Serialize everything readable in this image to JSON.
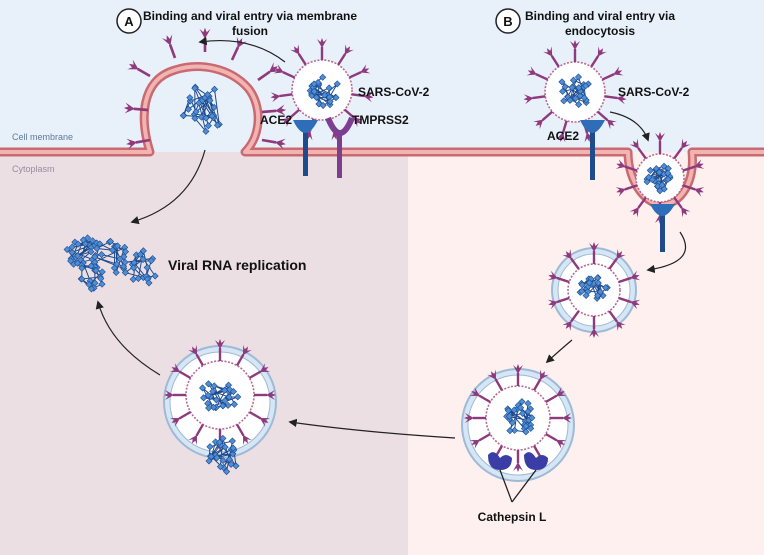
{
  "regions": {
    "membrane_label": "Cell membrane",
    "cytoplasm_label": "Cytoplasm"
  },
  "panel_a": {
    "badge": "A",
    "title_line1": "Binding and viral entry via membrane",
    "title_line2": "fusion",
    "virus_label": "SARS-CoV-2",
    "receptor_label": "ACE2",
    "protease_label": "TMPRSS2"
  },
  "panel_b": {
    "badge": "B",
    "title_line1": "Binding and viral entry via",
    "title_line2": "endocytosis",
    "virus_label": "SARS-CoV-2",
    "receptor_label": "ACE2",
    "enzyme_label": "Cathepsin L"
  },
  "replication_label": "Viral RNA replication",
  "colors": {
    "extracellular_bg": "#e8f1fa",
    "cytoplasm_left_bg": "#ecdfe3",
    "cytoplasm_right_bg": "#fdf0ef",
    "membrane": "#c96a72",
    "membrane_fill": "#f2b4b0",
    "spike": "#8e3a7d",
    "rna": "#2f6db8",
    "receptor": "#1f4a8c",
    "tmprss2": "#7b3e91",
    "cathepsin": "#3b3da6",
    "vesicle": "#b9d3ea"
  },
  "icons": [
    "sars-cov-2-virion",
    "ace2-receptor",
    "tmprss2-protease",
    "cathepsin-l-enzyme",
    "endosome",
    "rna-strand"
  ]
}
